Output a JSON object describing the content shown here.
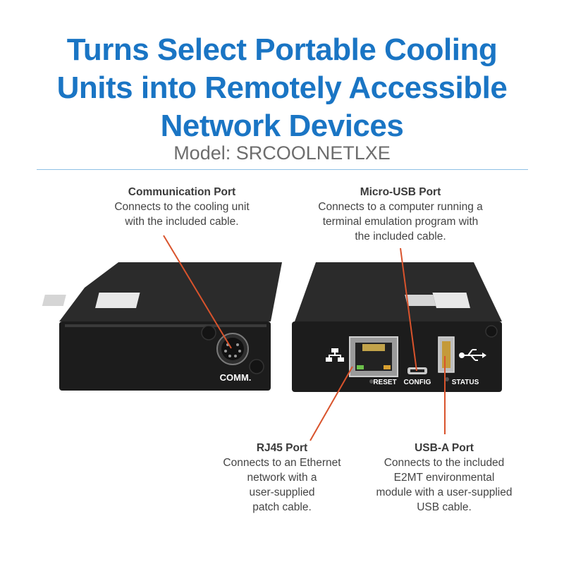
{
  "header": {
    "title_lines": [
      "Turns Select Portable Cooling",
      "Units into Remotely Accessible",
      "Network Devices"
    ],
    "model": "Model: SRCOOLNETLXE"
  },
  "callouts": {
    "comm": {
      "title": "Communication Port",
      "lines": [
        "Connects to the cooling unit",
        "with the included cable."
      ]
    },
    "micro_usb": {
      "title": "Micro-USB Port",
      "lines": [
        "Connects to a computer running a",
        "terminal emulation program with",
        "the included cable."
      ]
    },
    "rj45": {
      "title": "RJ45 Port",
      "lines": [
        "Connects to an Ethernet",
        "network with a",
        "user-supplied",
        "patch cable."
      ]
    },
    "usb_a": {
      "title": "USB-A Port",
      "lines": [
        "Connects to the included",
        "E2MT environmental",
        "module with a user-supplied",
        "USB cable."
      ]
    }
  },
  "device_labels": {
    "comm": "COMM.",
    "reset": "RESET",
    "config": "CONFIG",
    "status": "STATUS"
  },
  "colors": {
    "headline": "#1a75c4",
    "leader_line": "#d9532c",
    "device_body": "#1c1c1c"
  },
  "icons": [
    "network-icon",
    "usb-icon"
  ]
}
